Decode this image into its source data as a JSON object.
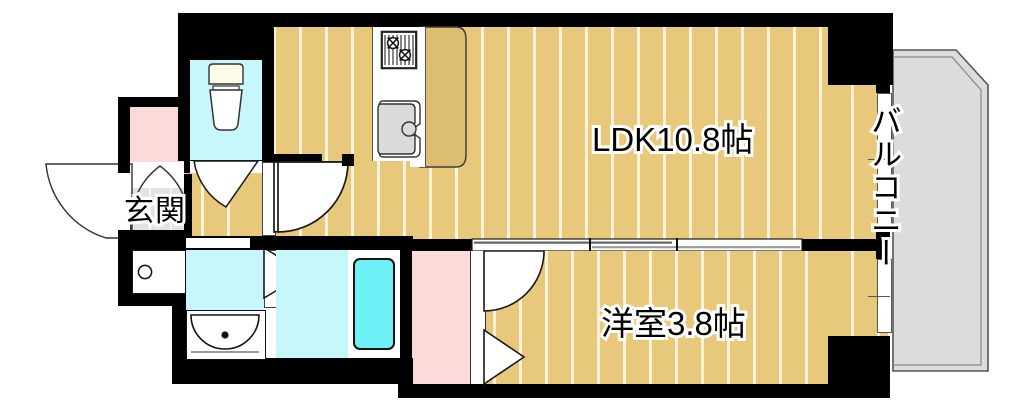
{
  "document": {
    "type": "floor-plan",
    "title": "間取り図",
    "units": "帖"
  },
  "rooms": [
    {
      "key": "ldk",
      "label": "LDK10.8帖",
      "name": "LDK",
      "size": "10.8",
      "floor_color": "#e8c87a"
    },
    {
      "key": "bedroom",
      "label": "洋室3.8帖",
      "name": "洋室",
      "size": "3.8",
      "floor_color": "#e8c87a"
    },
    {
      "key": "entrance",
      "label": "玄関",
      "name": "玄関",
      "size": "",
      "floor_color": "#e2e2e2"
    },
    {
      "key": "balcony",
      "label": "バルコニー",
      "name": "バルコニー",
      "size": "",
      "floor_color": "#dcdcdc"
    }
  ],
  "labels": {
    "ldk": "LDK10.8帖",
    "bedroom": "洋室3.8帖",
    "entrance": "玄関",
    "balcony": "バルコニー"
  },
  "fixtures": [
    {
      "key": "toilet",
      "name": "toilet-fixture",
      "room": "toilet-room"
    },
    {
      "key": "gas-stove",
      "name": "gas-stove-fixture",
      "room": "kitchen",
      "burners": 2
    },
    {
      "key": "sink",
      "name": "kitchen-sink-fixture",
      "room": "kitchen"
    },
    {
      "key": "washbasin",
      "name": "washbasin-fixture",
      "room": "washroom"
    },
    {
      "key": "bathtub",
      "name": "bathtub-fixture",
      "room": "bathroom"
    },
    {
      "key": "washer-space",
      "name": "washer-space",
      "room": "washroom"
    }
  ],
  "closets": [
    {
      "key": "shoe-closet",
      "name": "shoe-closet",
      "color": "#fcdada"
    },
    {
      "key": "bedroom-closet",
      "name": "bedroom-closet",
      "color": "#fcdada"
    }
  ],
  "colors": {
    "wall": "#000000",
    "floor_wood": "#e8c87a",
    "plank_line": "#fdf3d8",
    "water_room": "#c8f7fb",
    "bathtub": "#6ef0f7",
    "closet": "#fcdada",
    "balcony": "#dcdcdc",
    "entrance_tile": "#e2e2e2",
    "white": "#ffffff"
  },
  "openings": {
    "entrance_door": "hinged-door-left-swing",
    "toilet_door": "hinged-door",
    "ldk_door": "hinged-door",
    "bedroom_door": "hinged-door",
    "bathroom_door": "folding-door",
    "closet_door": "folding-door",
    "ldk_bedroom_partition": "sliding-door",
    "balcony_windows": "sliding-window"
  }
}
